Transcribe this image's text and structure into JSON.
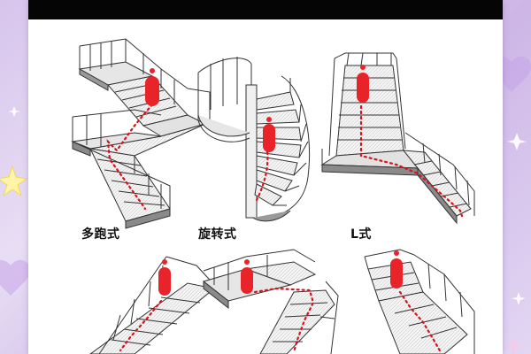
{
  "captions": {
    "multi_run": "多跑式",
    "spiral": "旋转式",
    "l_shape": "L式"
  },
  "colors": {
    "figure": "#e8232a",
    "path": "#d8121a",
    "line": "#333333",
    "tread": "#bdbdbd",
    "riser": "#8a8a8a",
    "background": "#d7c4ec",
    "topbar": "#050505"
  },
  "icons": [
    "person-figure-icon",
    "dotted-path-icon",
    "sparkle-star-icon",
    "heart-icon"
  ]
}
